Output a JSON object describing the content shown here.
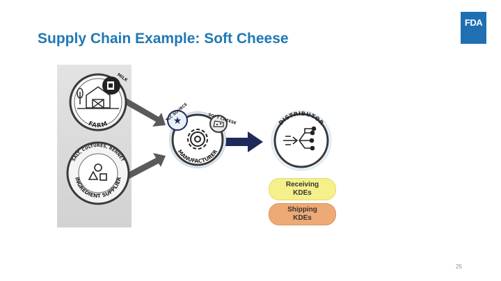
{
  "title": "Supply Chain Example: Soft Cheese",
  "logo": "FDA",
  "nodes": {
    "farm": {
      "label": "FARM",
      "badge": "MILK"
    },
    "supplier": {
      "label": "INGREDIENT SUPPLIER",
      "top_label": "SALT, CULTURES, RENNET"
    },
    "manufacturer": {
      "label": "MANUFACTURER",
      "badge_left": "TLC SOURCE",
      "badge_right": "SOFT CHEESE"
    },
    "distributor": {
      "label": "DISTRIBUTOR"
    }
  },
  "kde": {
    "receiving": "Receiving\nKDEs",
    "shipping": "Shipping\nKDEs"
  },
  "colors": {
    "title": "#1f78b4",
    "logo": "#1f6fb2",
    "receiving": "#f5f08a",
    "shipping": "#eeaa75",
    "arrow_gray": "#5a5a5a",
    "arrow_navy": "#1f2a5a"
  },
  "page_number": "25"
}
